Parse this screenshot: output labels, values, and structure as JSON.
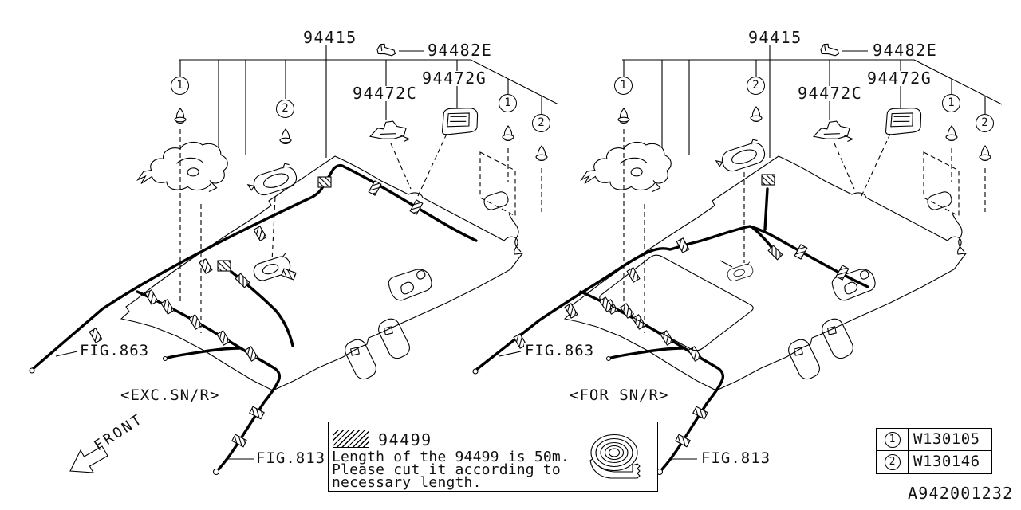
{
  "page": {
    "background": "#ffffff",
    "ink": "#000000"
  },
  "diagrams": {
    "shared_labels": {
      "headlining": "94415",
      "clip_e": "94482E",
      "bracket_g": "94472G",
      "bracket_c": "94472C",
      "fig_roof_harness": "FIG.863",
      "fig_pillar_harness": "FIG.813"
    },
    "left": {
      "variant_label": "<EXC.SN/R>"
    },
    "right": {
      "variant_label": "<FOR SN/R>"
    }
  },
  "callouts": {
    "one": "1",
    "two": "2"
  },
  "front_marker": {
    "label": "FRONT"
  },
  "tape_note": {
    "part_number": "94499",
    "line1": "Length of the 94499 is 50m.",
    "line2": "Please cut it according to",
    "line3": "necessary length."
  },
  "fastener_table": {
    "rows": [
      {
        "callout": "1",
        "part_code": "W130105"
      },
      {
        "callout": "2",
        "part_code": "W130146"
      }
    ]
  },
  "footer": {
    "drawing_number": "A942001232"
  }
}
